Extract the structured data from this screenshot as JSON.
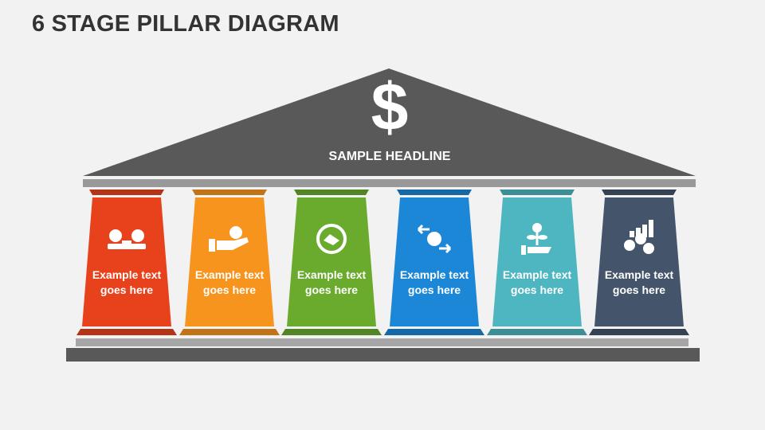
{
  "title": "6 STAGE PILLAR DIAGRAM",
  "roof": {
    "symbol": "$",
    "headline": "SAMPLE HEADLINE",
    "color": "#595959"
  },
  "pillars": [
    {
      "text": "Example text goes here",
      "color": "#e8421c",
      "icon": "money-bags-scale-icon"
    },
    {
      "text": "Example text goes here",
      "color": "#f7941d",
      "icon": "hand-coin-icon"
    },
    {
      "text": "Example text goes here",
      "color": "#6aab2e",
      "icon": "handshake-cycle-icon"
    },
    {
      "text": "Example text goes here",
      "color": "#1b87d6",
      "icon": "dollar-exchange-arrows-icon"
    },
    {
      "text": "Example text goes here",
      "color": "#4db6c1",
      "icon": "money-plant-hand-icon"
    },
    {
      "text": "Example text goes here",
      "color": "#44546a",
      "icon": "currency-growth-chart-icon"
    }
  ]
}
